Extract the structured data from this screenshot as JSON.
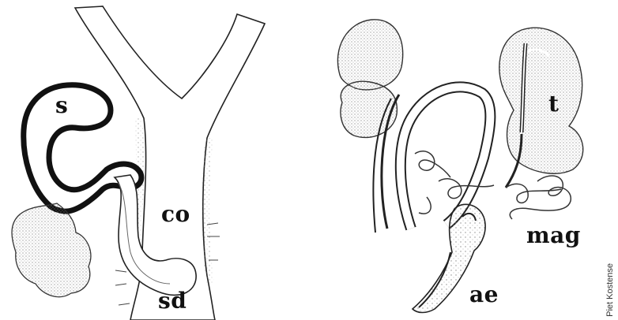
{
  "labels": {
    "s": "s",
    "co": "co",
    "sd": "sd",
    "t": "t",
    "mag": "mag",
    "ae": "ae"
  },
  "credit": "Piet Kostense",
  "colors": {
    "ink": "#111111",
    "paper": "#ffffff",
    "shade": "#d8d8d8",
    "stipple": "#9a9a9a"
  }
}
